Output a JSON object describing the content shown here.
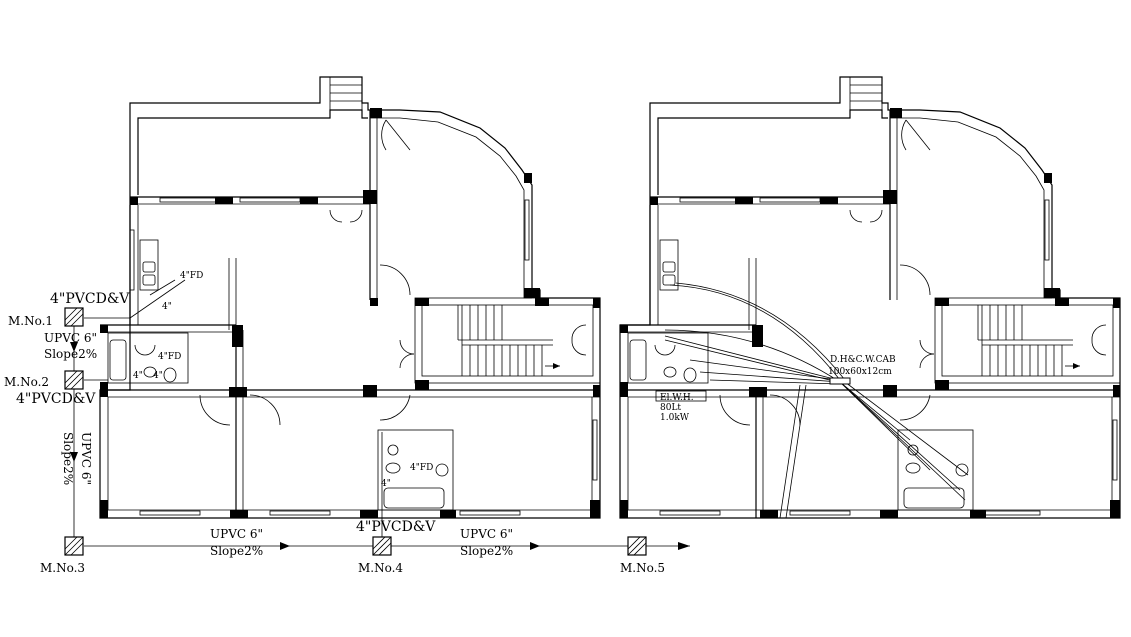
{
  "manholes": [
    {
      "id": "mh1",
      "label": "M.No.1"
    },
    {
      "id": "mh2",
      "label": "M.No.2"
    },
    {
      "id": "mh3",
      "label": "M.No.3"
    },
    {
      "id": "mh4",
      "label": "M.No.4"
    },
    {
      "id": "mh5",
      "label": "M.No.5"
    }
  ],
  "pipes": {
    "pvc_dv_1": "4\"PVCD&V",
    "pvc_dv_2": "4\"PVCD&V",
    "pvc_dv_3": "4\"PVCD&V",
    "upvc_left": "UPVC 6\"",
    "slope_left": "Slope2%",
    "upvc_vert": "UPVC 6\"",
    "slope_vert": "Slope2%",
    "upvc_bottom_1": "UPVC 6\"",
    "slope_bottom_1": "Slope2%",
    "upvc_bottom_2": "UPVC 6\"",
    "slope_bottom_2": "Slope2%",
    "fd_1": "4\"FD",
    "fd_2": "4\"FD",
    "fd_3": "4\"FD",
    "pipe_4_a": "4\"",
    "pipe_4_b": "4\"",
    "pipe_4_c": "4\"",
    "pipe_4_d": "4\""
  },
  "plumbing": {
    "cab_label_1": "D.H&C.W.CAB",
    "cab_label_2": "100x60x12cm",
    "ewh_1": "El.W.H.",
    "ewh_2": "80Lt",
    "ewh_3": "1.0kW"
  }
}
